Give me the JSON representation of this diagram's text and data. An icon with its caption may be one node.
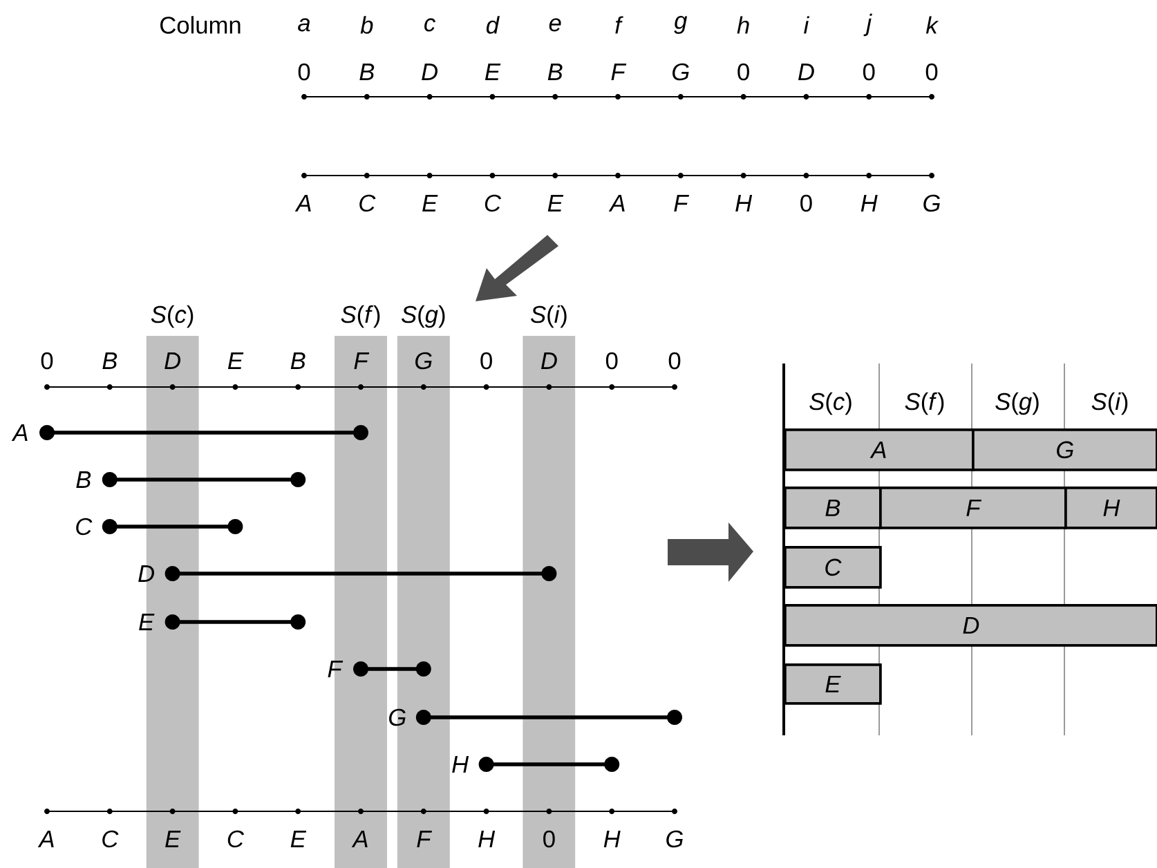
{
  "diagram": {
    "nodes": [
      {
        "text": [
          "A"
        ]
      },
      {
        "text": [
          "G"
        ]
      },
      {
        "text": [
          "B"
        ]
      },
      {
        "text": [
          "F"
        ]
      },
      {
        "text": [
          "H"
        ]
      },
      {
        "text": [
          "C"
        ]
      },
      {
        "text": [
          "D"
        ]
      },
      {
        "text": [
          "E"
        ]
      }
    ],
    "labels": [
      "Column",
      "a",
      "b",
      "c",
      "d",
      "e",
      "f",
      "g",
      "h",
      "i",
      "j",
      "k",
      "0",
      "B",
      "D",
      "E",
      "B",
      "F",
      "G",
      "0",
      "D",
      "0",
      "0",
      "A",
      "C",
      "E",
      "C",
      "E",
      "A",
      "F",
      "H",
      "0",
      "H",
      "G",
      "*S*(*c*)",
      "*S*(*f*)",
      "*S*(*g*)",
      "*S*(*i*)",
      "0",
      "B",
      "D",
      "E",
      "B",
      "F",
      "G",
      "0",
      "D",
      "0",
      "0",
      "A",
      "B",
      "C",
      "D",
      "E",
      "F",
      "G",
      "H",
      "A",
      "C",
      "E",
      "C",
      "E",
      "A",
      "F",
      "H",
      "0",
      "H",
      "G",
      "*S*(*c*)",
      "*S*(*f*)",
      "*S*(*g*)",
      "*S*(*i*)"
    ]
  }
}
